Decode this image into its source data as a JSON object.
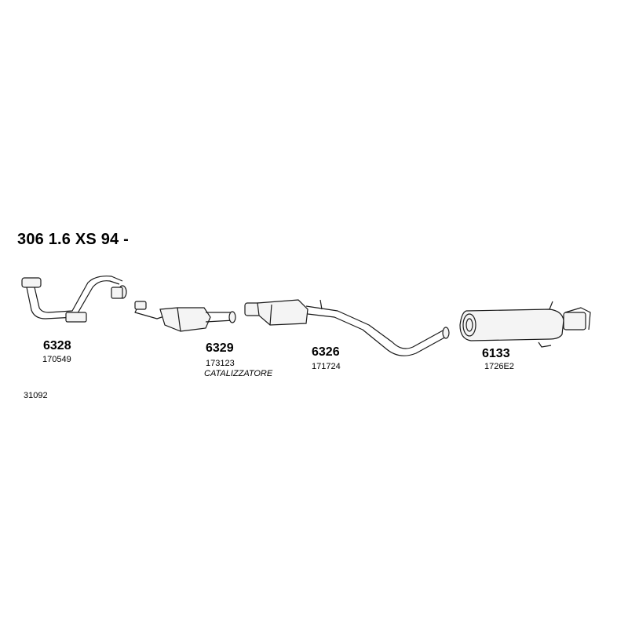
{
  "title": "306 1.6 XS 94 -",
  "parts": [
    {
      "code": "6328",
      "ref": "170549",
      "desc": ""
    },
    {
      "code": "6329",
      "ref": "173123",
      "desc": "CATALIZZATORE"
    },
    {
      "code": "6326",
      "ref": "171724",
      "desc": ""
    },
    {
      "code": "6133",
      "ref": "1726E2",
      "desc": ""
    }
  ],
  "footer": "31092"
}
